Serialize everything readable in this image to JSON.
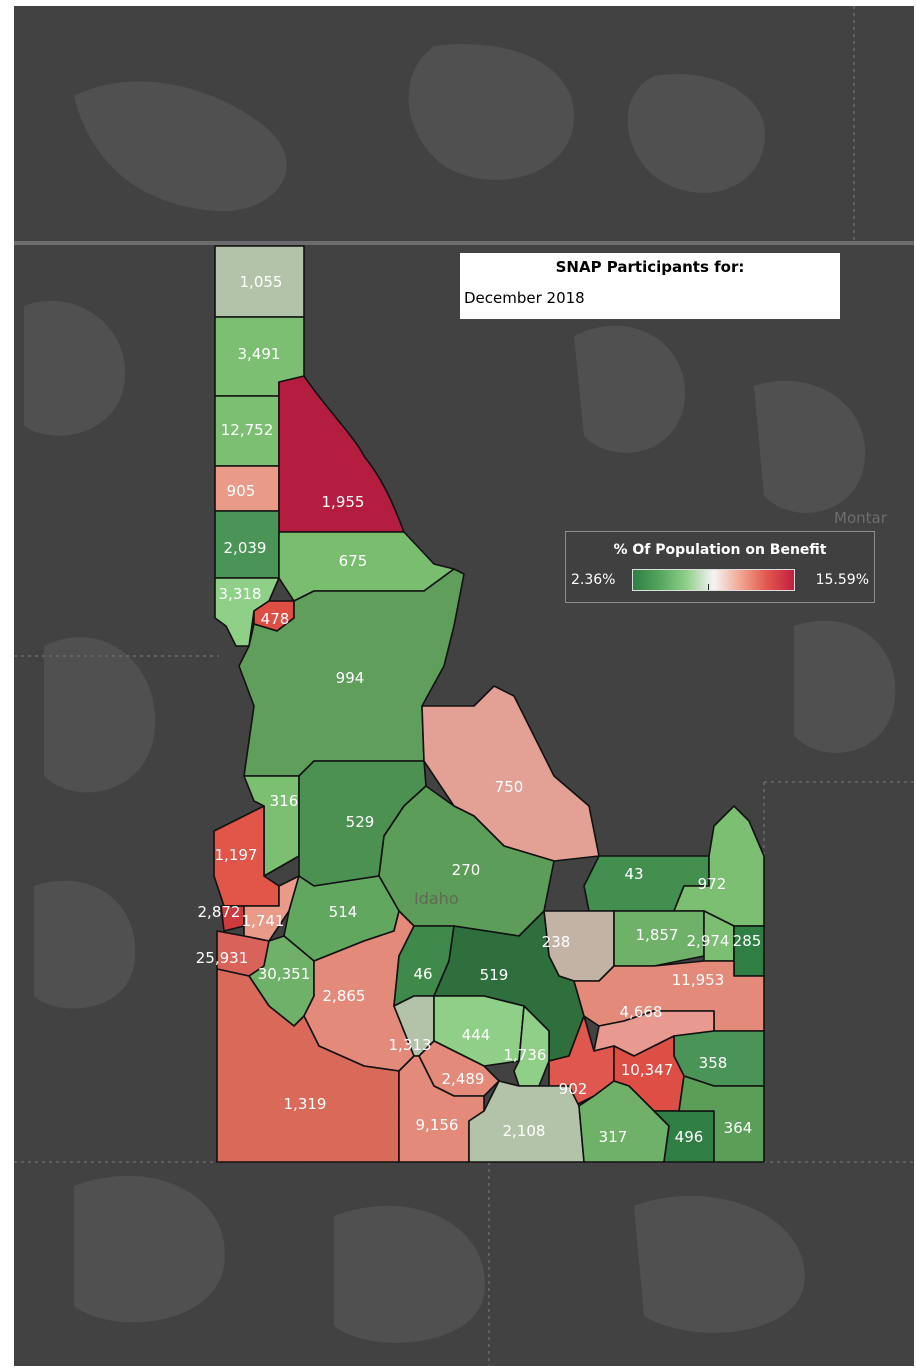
{
  "title": {
    "heading": "SNAP Participants for:",
    "period": "December 2018"
  },
  "legend": {
    "title": "% Of Population on Benefit",
    "min_label": "2.36%",
    "max_label": "15.59%",
    "min_value": 2.36,
    "max_value": 15.59,
    "gradient_colors": [
      "#2f7e43",
      "#56a660",
      "#8fcf88",
      "#f4f4f4",
      "#f2a68f",
      "#e0574f",
      "#c31f40"
    ]
  },
  "background_labels": {
    "neighbor_state": "Montar",
    "state_watermark": "Idaho"
  },
  "colors": {
    "map_background": "#424242",
    "dark_green": "#2f7e43",
    "green": "#56a660",
    "light_green": "#8fcf88",
    "neutral": "#b8c0ab",
    "light_red": "#f2a68f",
    "red": "#e0574f",
    "dark_red": "#b41d40"
  },
  "counties": [
    {
      "label": "1,055",
      "color": "#b3c3a9"
    },
    {
      "label": "3,491",
      "color": "#7cbf72"
    },
    {
      "label": "12,752",
      "color": "#7cbf72"
    },
    {
      "label": "905",
      "color": "#e99a88"
    },
    {
      "label": "1,955",
      "color": "#b41d40"
    },
    {
      "label": "2,039",
      "color": "#4a9457"
    },
    {
      "label": "675",
      "color": "#79bd6f"
    },
    {
      "label": "3,318",
      "color": "#8fcf88"
    },
    {
      "label": "478",
      "color": "#dd4f45"
    },
    {
      "label": "994",
      "color": "#5f9e5b"
    },
    {
      "label": "316",
      "color": "#7cbf72"
    },
    {
      "label": "1,197",
      "color": "#e25549"
    },
    {
      "label": "529",
      "color": "#4c9152"
    },
    {
      "label": "750",
      "color": "#e3a094"
    },
    {
      "label": "270",
      "color": "#5c9e59"
    },
    {
      "label": "2,872",
      "color": "#cf3a3f"
    },
    {
      "label": "1,741",
      "color": "#e99a88"
    },
    {
      "label": "514",
      "color": "#62a760"
    },
    {
      "label": "43",
      "color": "#438f4f"
    },
    {
      "label": "972",
      "color": "#7cbf72"
    },
    {
      "label": "238",
      "color": "#c3b3a5"
    },
    {
      "label": "1,857",
      "color": "#6fb168"
    },
    {
      "label": "2,974",
      "color": "#7cbf72"
    },
    {
      "label": "285",
      "color": "#2f7e43"
    },
    {
      "label": "25,931",
      "color": "#d9635a"
    },
    {
      "label": "30,351",
      "color": "#6fb168"
    },
    {
      "label": "2,865",
      "color": "#e48a7b"
    },
    {
      "label": "46",
      "color": "#3f8a4b"
    },
    {
      "label": "519",
      "color": "#2f6f3e"
    },
    {
      "label": "11,953",
      "color": "#e48a7b"
    },
    {
      "label": "4,668",
      "color": "#e99a90"
    },
    {
      "label": "1,313",
      "color": "#b3c3a9"
    },
    {
      "label": "444",
      "color": "#8fcf88"
    },
    {
      "label": "1,736",
      "color": "#8fcf88"
    },
    {
      "label": "358",
      "color": "#4a9457"
    },
    {
      "label": "2,489",
      "color": "#e48a7b"
    },
    {
      "label": "902",
      "color": "#e0574f"
    },
    {
      "label": "10,347",
      "color": "#dd4f45"
    },
    {
      "label": "1,319",
      "color": "#d96a5a"
    },
    {
      "label": "9,156",
      "color": "#e48a7b"
    },
    {
      "label": "2,108",
      "color": "#b3c3a9"
    },
    {
      "label": "317",
      "color": "#6fb168"
    },
    {
      "label": "496",
      "color": "#2f7e43"
    },
    {
      "label": "364",
      "color": "#5a9e58"
    }
  ]
}
